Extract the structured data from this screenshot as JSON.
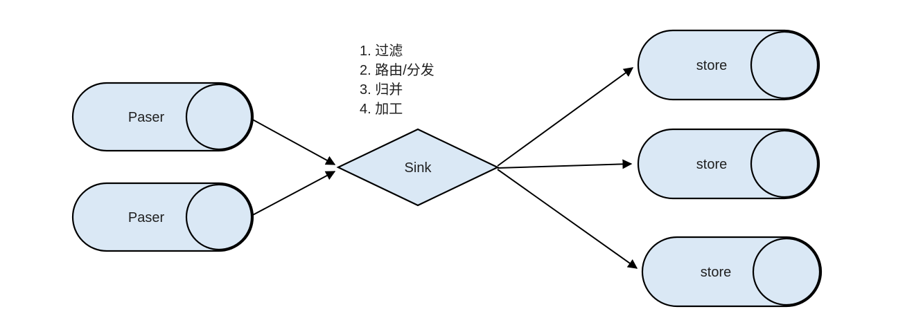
{
  "diagram": {
    "style": {
      "background": "#ffffff",
      "node_fill": "#dae8f5",
      "node_stroke": "#000000",
      "text_color": "#1f1f1f"
    },
    "nodes": {
      "parser1": {
        "label": "Paser",
        "shape": "cylinder"
      },
      "parser2": {
        "label": "Paser",
        "shape": "cylinder"
      },
      "sink": {
        "label": "Sink",
        "shape": "diamond"
      },
      "store1": {
        "label": "store",
        "shape": "cylinder"
      },
      "store2": {
        "label": "store",
        "shape": "cylinder"
      },
      "store3": {
        "label": "store",
        "shape": "cylinder"
      }
    },
    "annotation": {
      "lines": [
        "1. 过滤",
        "2. 路由/分发",
        "3. 归并",
        "4. 加工"
      ]
    },
    "edges": [
      {
        "from": "parser1",
        "to": "sink"
      },
      {
        "from": "parser2",
        "to": "sink"
      },
      {
        "from": "sink",
        "to": "store1"
      },
      {
        "from": "sink",
        "to": "store2"
      },
      {
        "from": "sink",
        "to": "store3"
      }
    ]
  }
}
